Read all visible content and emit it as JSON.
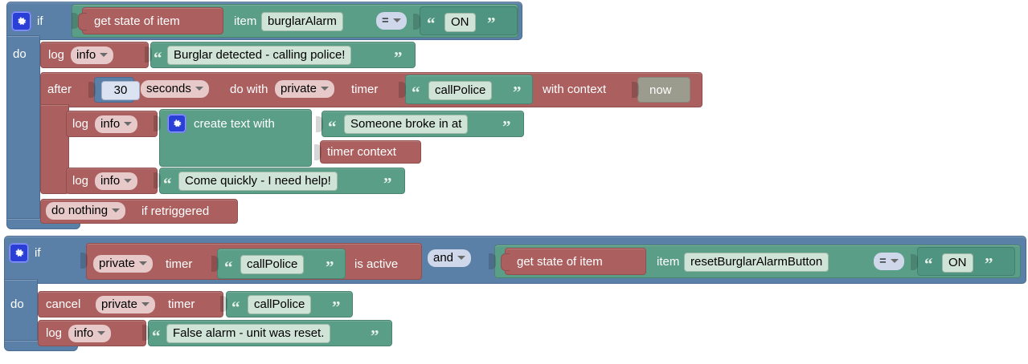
{
  "app": {
    "kind": "blockly-rule-editor",
    "background": "#ffffff"
  },
  "palette": {
    "control_blue": "#5b80a8",
    "action_red": "#ab5f5f",
    "value_green": "#5a9e87",
    "value_green_deep": "#4f9480",
    "muted_grey": "#9c9c8e",
    "field_green": "#cfe3d6",
    "field_blue": "#dbe3f2",
    "dropdown_rose": "#e7c9c9",
    "dropdown_lavender": "#ced8ea",
    "gear_blue": "#2a3fd6"
  },
  "blocks": [
    {
      "id": "rule-1",
      "type": "if-do",
      "mutator_icon": "gear-icon",
      "if_label": "if",
      "do_label": "do",
      "condition": {
        "type": "comparison",
        "left": {
          "type": "get-state-of-item",
          "label": "get state of item",
          "item_label": "item",
          "item_value": "burglarAlarm"
        },
        "operator": "=",
        "right": {
          "type": "text",
          "value": "ON"
        }
      },
      "statements": [
        {
          "type": "log",
          "label": "log",
          "level": "info",
          "message": "Burglar detected - calling police!"
        },
        {
          "type": "after-timer",
          "after_label": "after",
          "delay": "30",
          "unit": "seconds",
          "do_with_label": "do with",
          "scope": "private",
          "timer_label": "timer",
          "timer_name": "callPolice",
          "with_context_label": "with context",
          "context_value": "now",
          "retrigger_policy": "do nothing",
          "retrigger_label": "if retriggered",
          "body": [
            {
              "type": "log-create-text",
              "label": "log",
              "level": "info",
              "create_text_label": "create text with",
              "mutator_icon": "gear-icon",
              "parts": [
                {
                  "type": "text",
                  "value": "Someone broke in at"
                },
                {
                  "type": "variable",
                  "value": "timer context"
                }
              ]
            },
            {
              "type": "log",
              "label": "log",
              "level": "info",
              "message": "Come quickly - I need help!"
            }
          ]
        }
      ]
    },
    {
      "id": "rule-2",
      "type": "if-do",
      "mutator_icon": "gear-icon",
      "if_label": "if",
      "do_label": "do",
      "condition": {
        "type": "logic-operation",
        "operator": "and",
        "left": {
          "type": "timer-is-active",
          "scope": "private",
          "timer_label": "timer",
          "timer_name": "callPolice",
          "suffix": "is active"
        },
        "right": {
          "type": "comparison",
          "left": {
            "type": "get-state-of-item",
            "label": "get state of item",
            "item_label": "item",
            "item_value": "resetBurglarAlarmButton"
          },
          "operator": "=",
          "right": {
            "type": "text",
            "value": "ON"
          }
        }
      },
      "statements": [
        {
          "type": "cancel-timer",
          "label": "cancel",
          "scope": "private",
          "timer_label": "timer",
          "timer_name": "callPolice"
        },
        {
          "type": "log",
          "label": "log",
          "level": "info",
          "message": "False alarm - unit was reset."
        }
      ]
    }
  ]
}
